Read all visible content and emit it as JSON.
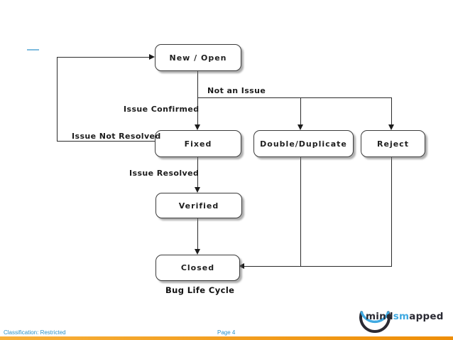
{
  "diagram": {
    "title": "Bug Life Cycle",
    "nodes": [
      {
        "id": "new-open",
        "label": "New / Open"
      },
      {
        "id": "fixed",
        "label": "Fixed"
      },
      {
        "id": "double-duplicate",
        "label": "Double/Duplicate"
      },
      {
        "id": "reject",
        "label": "Reject"
      },
      {
        "id": "verified",
        "label": "Verified"
      },
      {
        "id": "closed",
        "label": "Closed"
      }
    ],
    "edge_labels": [
      {
        "id": "not-an-issue",
        "text": "Not an Issue"
      },
      {
        "id": "issue-confirmed",
        "text": "Issue Confirmed"
      },
      {
        "id": "issue-not-resolved",
        "text": "Issue Not Resolved"
      },
      {
        "id": "issue-resolved",
        "text": "Issue Resolved"
      }
    ],
    "flow": [
      "New / Open -> Fixed (Issue Confirmed)",
      "New / Open -> Double/Duplicate (Not an Issue)",
      "New / Open -> Reject (Not an Issue)",
      "Fixed -> New / Open (Issue Not Resolved)",
      "Fixed -> Verified (Issue Resolved)",
      "Verified -> Closed",
      "Double/Duplicate -> Closed",
      "Reject -> Closed"
    ]
  },
  "footer": {
    "classification": "Classification: Restricted",
    "page": "Page 4"
  },
  "logo": {
    "part1": "mind",
    "part2": "sm",
    "part3": "apped"
  },
  "colors": {
    "footer_text_blue": "#2991c8",
    "logo_blue": "#3fa9e1",
    "logo_dark": "#2a2a33",
    "accent_bar_orange": "#f09a1e",
    "node_border": "#3c3c3c",
    "line_dark": "#2b2b2b"
  }
}
